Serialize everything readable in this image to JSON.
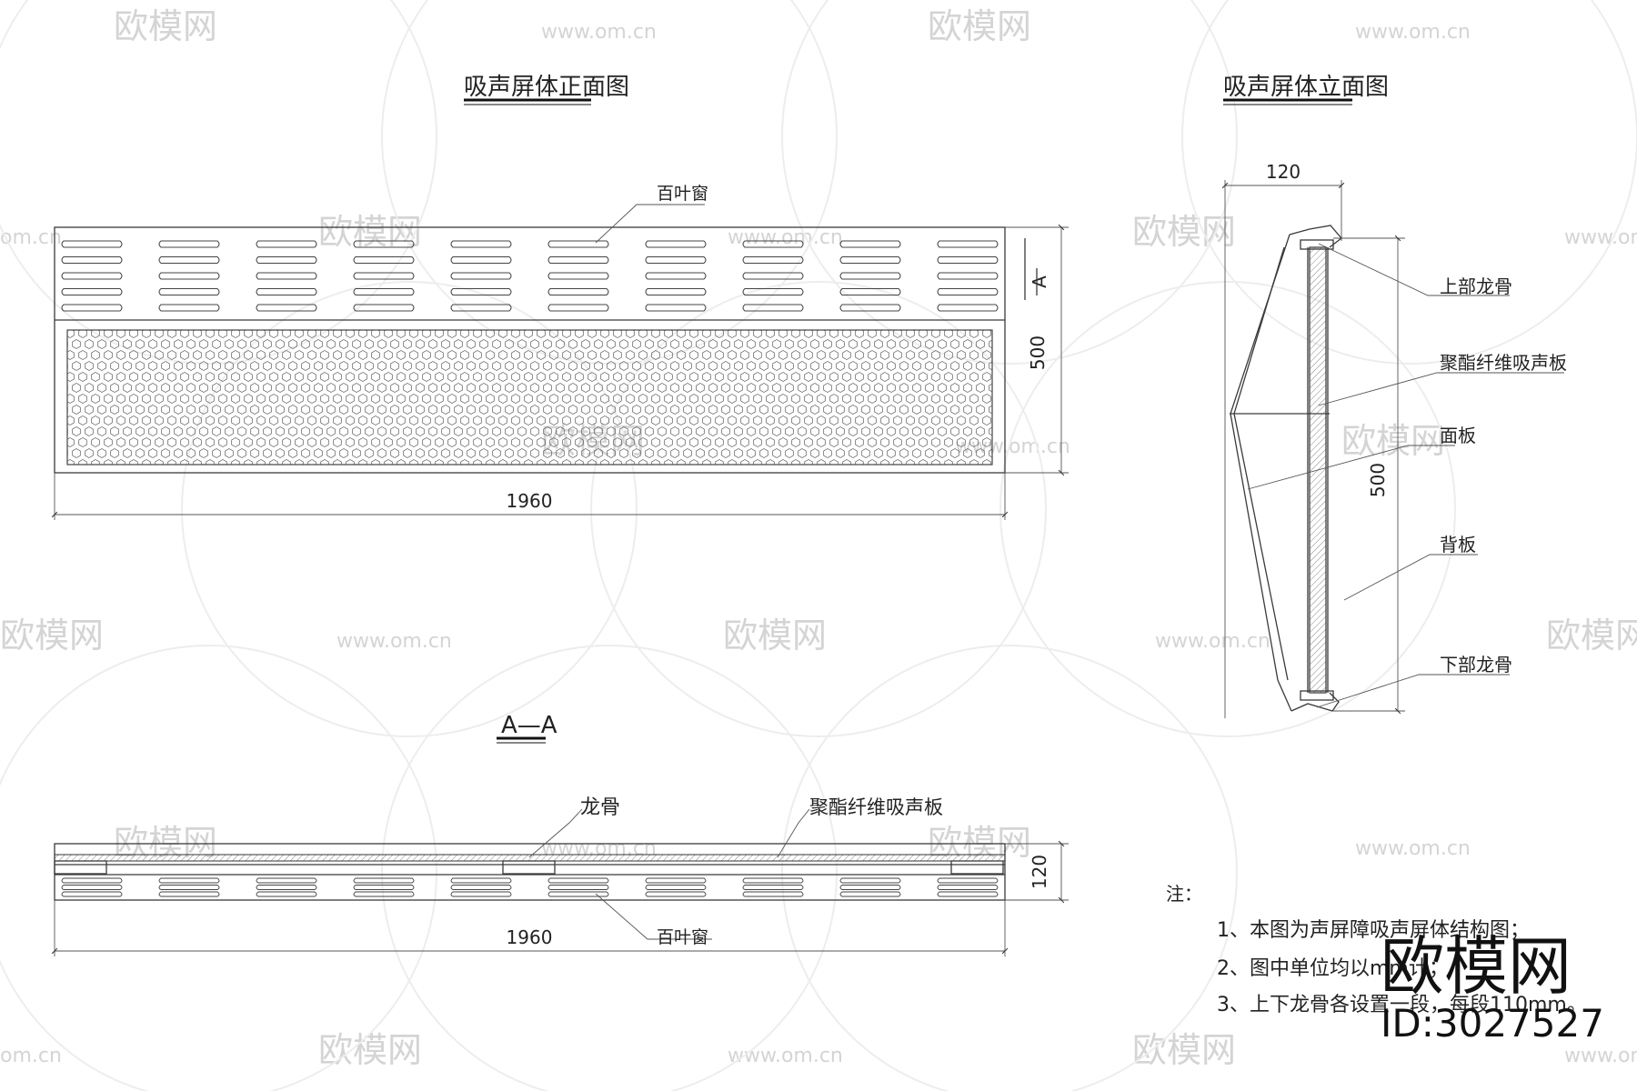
{
  "watermark": {
    "brand": "欧模网",
    "site": "www.om.cn",
    "site_short": "om.cn"
  },
  "front_view": {
    "title": "吸声屏体正面图",
    "louver_label": "百叶窗",
    "dim_width": "1960",
    "dim_height": "500",
    "section_mark": "A",
    "louver_columns": 10,
    "louver_rows": 5
  },
  "side_view": {
    "title": "吸声屏体立面图",
    "dim_depth": "120",
    "dim_height": "500",
    "labels": [
      "上部龙骨",
      "聚酯纤维吸声板",
      "面板",
      "背板",
      "下部龙骨"
    ]
  },
  "section_view": {
    "title": "A—A",
    "keel_label": "龙骨",
    "fiber_label": "聚酯纤维吸声板",
    "louver_label": "百叶窗",
    "dim_width": "1960",
    "dim_depth": "120"
  },
  "notes": {
    "title": "注：",
    "items": [
      "1、本图为声屏障吸声屏体结构图；",
      "2、图中单位均以mm计；",
      "3、上下龙骨各设置一段，每段110mm。"
    ]
  },
  "brand_stamp": {
    "name": "欧模网",
    "id": "ID:3027527"
  }
}
